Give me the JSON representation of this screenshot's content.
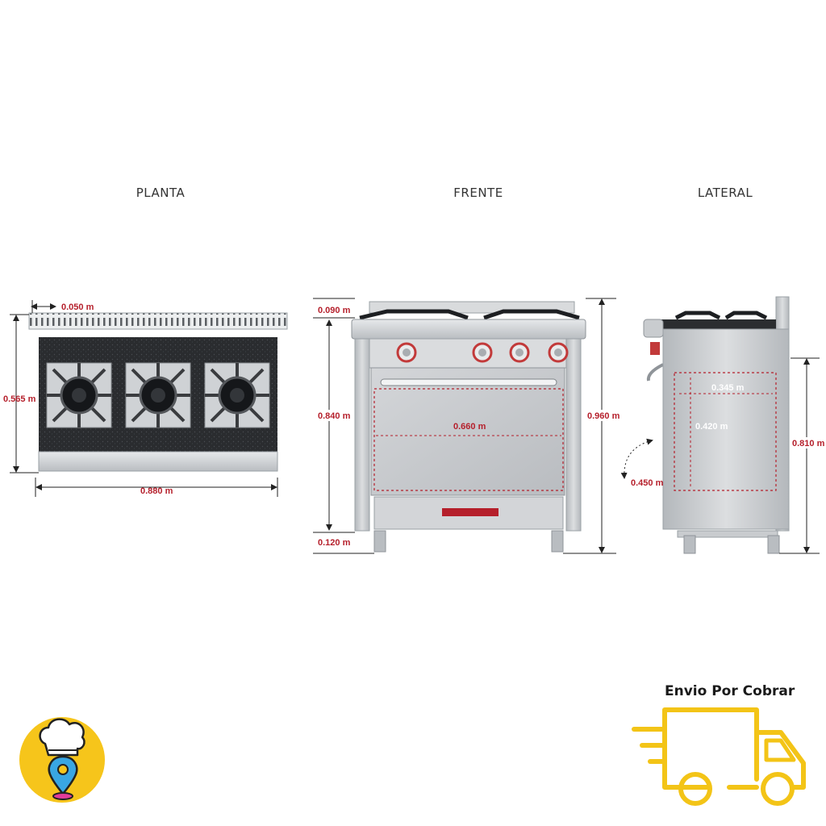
{
  "views": {
    "planta": "PLANTA",
    "frente": "FRENTE",
    "lateral": "LATERAL"
  },
  "dimensions": {
    "planta": {
      "top_margin": "0.050 m",
      "depth": "0.565 m",
      "width": "0.880 m"
    },
    "frente": {
      "backsplash": "0.090 m",
      "body_height": "0.840 m",
      "total_height": "0.960 m",
      "oven_width": "0.660 m",
      "leg_height": "0.120 m"
    },
    "lateral": {
      "oven_depth": "0.345  m",
      "oven_height": "0.420 m",
      "door_open": "0.450 m",
      "height": "0.810 m"
    }
  },
  "shipping": {
    "label": "Envio Por Cobrar"
  },
  "colors": {
    "dimension": "#b51f2b",
    "logo_yellow": "#f6c51b",
    "truck_yellow": "#f3c417",
    "steel": "#c9cccf",
    "grate": "#2b2d30"
  },
  "icons": {
    "logo": "chef-hat-location-pin-icon",
    "truck": "delivery-truck-icon"
  }
}
